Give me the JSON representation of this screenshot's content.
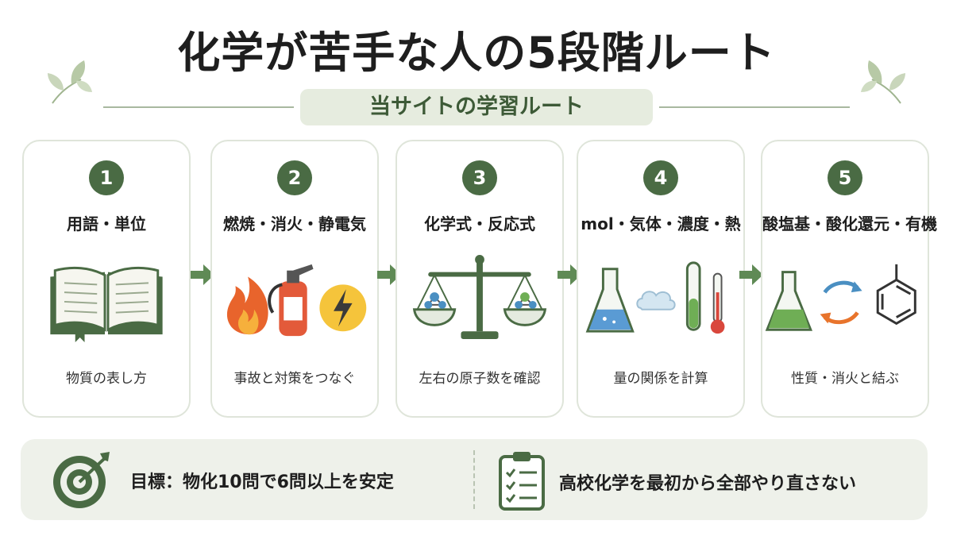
{
  "title": "化学が苦手な人の5段階ルート",
  "subtitle": "当サイトの学習ルート",
  "steps": [
    {
      "number": "1",
      "title": "用語・単位",
      "desc": "物質の表し方",
      "icon": "open-book-icon"
    },
    {
      "number": "2",
      "title": "燃焼・消火・静電気",
      "desc": "事故と対策をつなぐ",
      "icon": "fire-extinguisher-icon"
    },
    {
      "number": "3",
      "title": "化学式・反応式",
      "desc": "左右の原子数を確認",
      "icon": "balance-scale-icon"
    },
    {
      "number": "4",
      "title": "mol・気体・濃度・熱",
      "desc": "量の関係を計算",
      "icon": "lab-equipment-icon"
    },
    {
      "number": "5",
      "title": "酸塩基・酸化還元・有機",
      "desc": "性質・消火と結ぶ",
      "icon": "benzene-cycle-icon"
    }
  ],
  "bottom": {
    "goal": "目標：物化10問で6問以上を安定",
    "note": "高校化学を最初から全部やり直さない"
  },
  "colors": {
    "accent": "#4a6b44",
    "badge_bg": "#e6ecdf",
    "panel_bg": "#eef1ea",
    "arrow": "#5f8a55"
  }
}
